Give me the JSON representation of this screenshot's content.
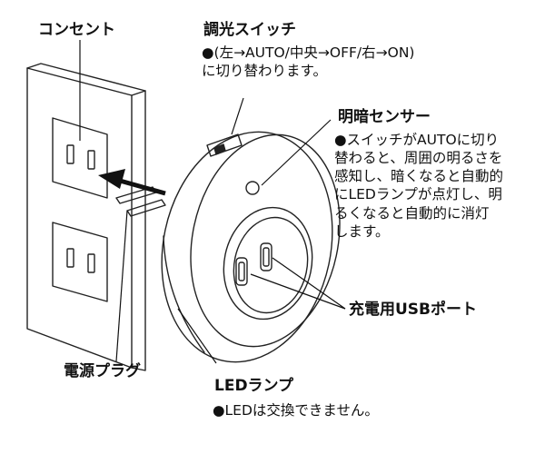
{
  "labels": {
    "outlet": "コンセント",
    "dimmer_title": "調光スイッチ",
    "dimmer_desc": "●(左→AUTO/中央→OFF/右→ON)\nに切り替わります。",
    "sensor_title": "明暗センサー",
    "sensor_desc": "●スイッチがAUTOに切り\n替わると、周囲の明るさを\n感知し、暗くなると自動的\nにLEDランプが点灯し、明\nるくなると自動的に消灯\nします。",
    "usb_port": "充電用USBポート",
    "plug": "電源プラグ",
    "led_title": "LEDランプ",
    "led_desc": "●LEDは交換できません。"
  }
}
